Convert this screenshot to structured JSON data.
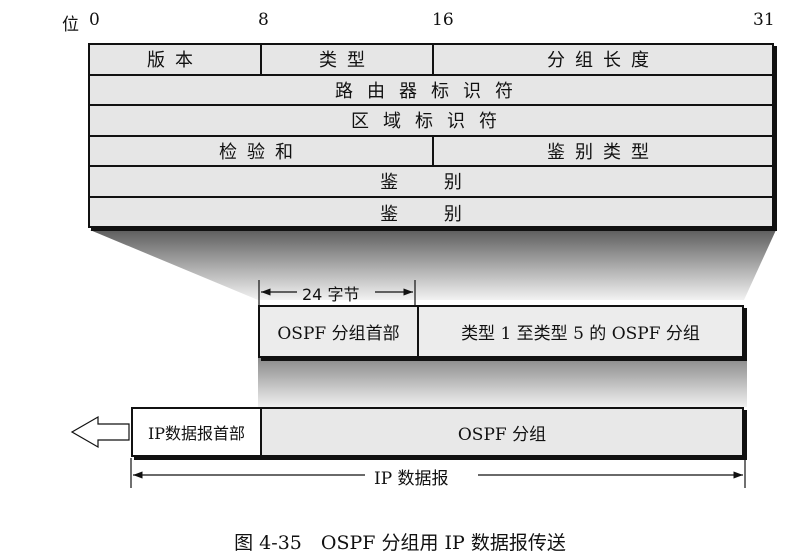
{
  "figure": {
    "bit_axis": {
      "prefix": "位",
      "ticks": [
        "0",
        "8",
        "16",
        "31"
      ]
    },
    "ospf_header": {
      "rows": [
        {
          "cells": [
            {
              "label": "版本",
              "span": 8
            },
            {
              "label": "类型",
              "span": 8
            },
            {
              "label": "分组长度",
              "span": 16
            }
          ]
        },
        {
          "cells": [
            {
              "label": "路由器标识符",
              "span": 32
            }
          ]
        },
        {
          "cells": [
            {
              "label": "区域标识符",
              "span": 32
            }
          ]
        },
        {
          "cells": [
            {
              "label": "检验和",
              "span": 16
            },
            {
              "label": "鉴别类型",
              "span": 16
            }
          ]
        },
        {
          "cells": [
            {
              "label": "鉴 别",
              "span": 32
            }
          ]
        },
        {
          "cells": [
            {
              "label": "鉴 别",
              "span": 32
            }
          ]
        }
      ]
    },
    "header_size_label": "24 字节",
    "ospf_packet": {
      "header_label": "OSPF 分组首部",
      "body_label": "类型 1 至类型 5 的 OSPF 分组"
    },
    "ip_datagram": {
      "header_label": "IP数据报首部",
      "payload_label": "OSPF 分组",
      "total_label": "IP 数据报"
    },
    "caption": "图 4-35　OSPF 分组用 IP 数据报传送",
    "colors": {
      "line": "#111111",
      "cell_fill": "#e6e6e6",
      "shade_dark": "#6a6a6a",
      "shade_light": "#f4f4f4"
    }
  }
}
